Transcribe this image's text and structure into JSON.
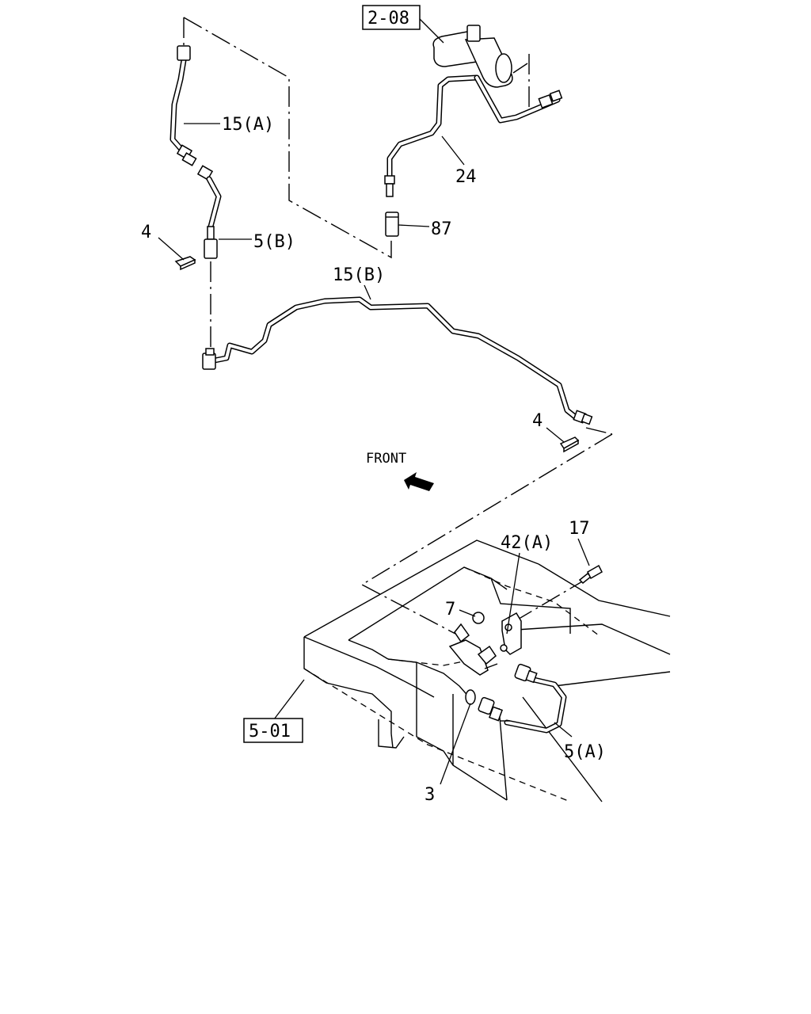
{
  "callouts": {
    "ref_2_08": "2-08",
    "ref_5_01": "5-01",
    "hose_15a": "15(A)",
    "hose_15b": "15(B)",
    "hose_5b": "5(B)",
    "hose_5a": "5(A)",
    "pipe_24": "24",
    "part_87": "87",
    "clip_4_left": "4",
    "clip_4_right": "4",
    "bracket_42a": "42(A)",
    "bolt_17": "17",
    "nut_7": "7",
    "washer_3": "3"
  },
  "direction": {
    "front_label": "FRONT"
  }
}
